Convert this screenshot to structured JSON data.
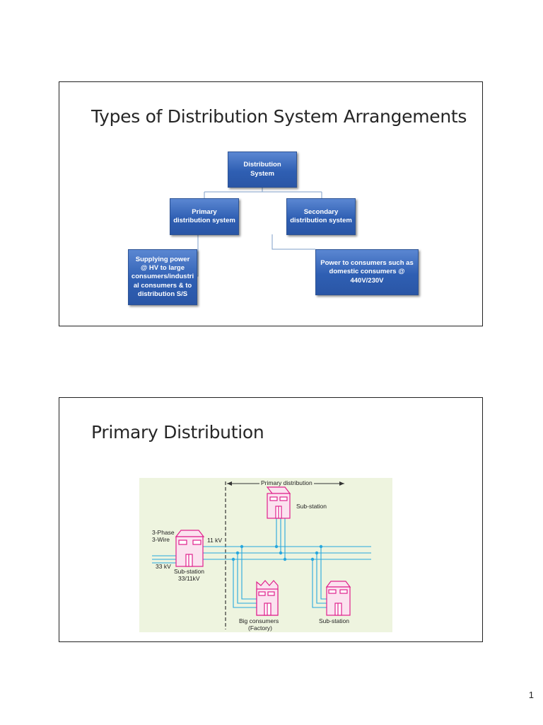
{
  "slide1": {
    "title": "Types of Distribution System Arrangements",
    "nodes": {
      "root": "Distribution System",
      "primary": "Primary distribution system",
      "secondary": "Secondary distribution system",
      "primary_desc": "Supplying power @ HV to large consumers/industri al consumers & to distribution S/S",
      "secondary_desc": "Power to consumers such as domestic consumers @ 440V/230V"
    }
  },
  "slide2": {
    "title": "Primary Distribution",
    "figure": {
      "primary_distribution": "Primary distribution",
      "substation_top": "Sub-station",
      "three_phase": "3-Phase",
      "three_wire": "3-Wire",
      "eleven_kv": "11 kV",
      "thirty_three_kv": "33 kV",
      "substation_left": "Sub-station",
      "substation_rating": "33/11kV",
      "big_consumers": "Big consumers",
      "factory": "(Factory)",
      "substation_right": "Sub-station"
    }
  },
  "colors": {
    "box_blue": "#2f5fb3",
    "connector": "#7f9fc8",
    "bus_cyan": "#27a7de",
    "building_magenta": "#e0208c",
    "figure_bg": "#eef4df"
  },
  "page_number": "1"
}
